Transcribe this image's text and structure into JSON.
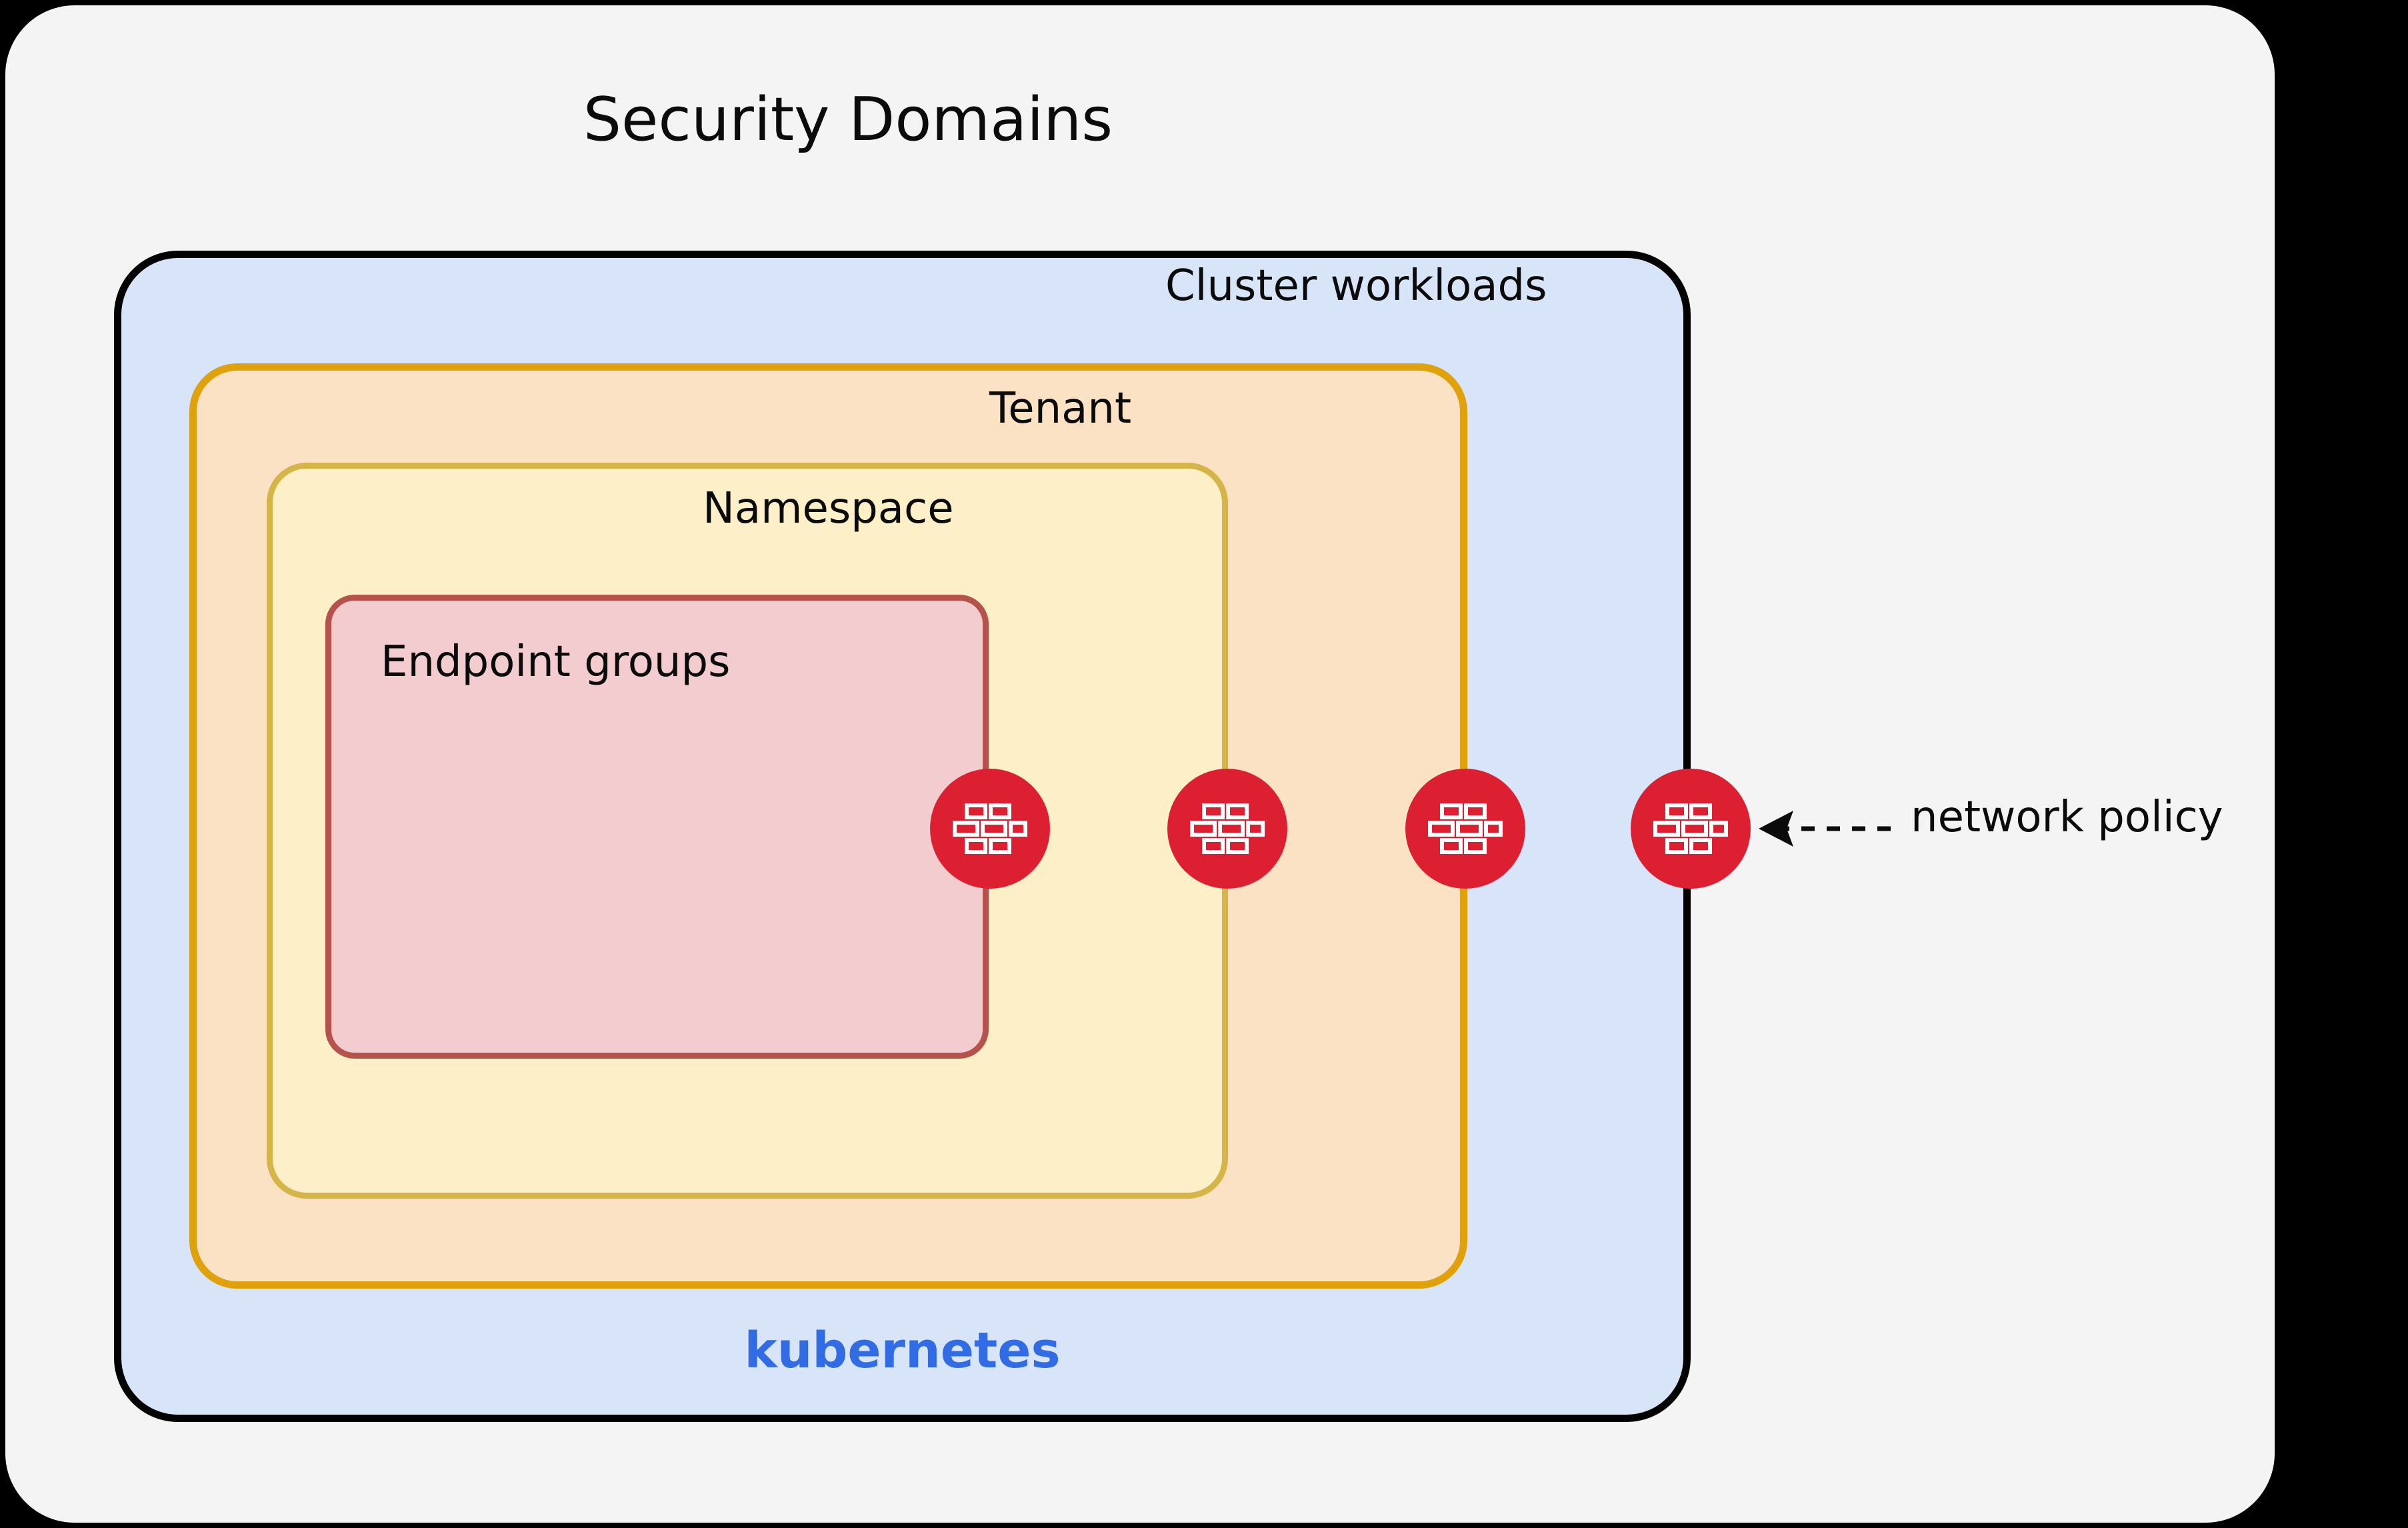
{
  "diagram": {
    "title": "Security Domains",
    "background_color": "#f4f4f4",
    "outer_color": "#000000"
  },
  "domains": [
    {
      "id": "cluster-workloads",
      "label": "Cluster workloads",
      "fill": "#d8e5f8",
      "stroke": "#000000",
      "wordmark": "kubernetes",
      "wordmark_color": "#326ce5"
    },
    {
      "id": "tenant",
      "label": "Tenant",
      "fill": "#fce2c4",
      "stroke": "#dfa20c"
    },
    {
      "id": "namespace",
      "label": "Namespace",
      "fill": "#fdf0c8",
      "stroke": "#d5b448"
    },
    {
      "id": "endpoint-groups",
      "label": "Endpoint groups",
      "fill": "#f3ccd0",
      "stroke": "#b5524c"
    }
  ],
  "firewalls": {
    "icon": "firewall-brick-wall-icon",
    "color": "#dc2032",
    "count": 4,
    "boundaries": [
      "endpoint-groups",
      "namespace",
      "tenant",
      "cluster-workloads"
    ]
  },
  "annotation": {
    "text": "network policy",
    "arrow": "dashed-arrow-left-icon",
    "points_to": "cluster-workloads-boundary-firewall"
  }
}
